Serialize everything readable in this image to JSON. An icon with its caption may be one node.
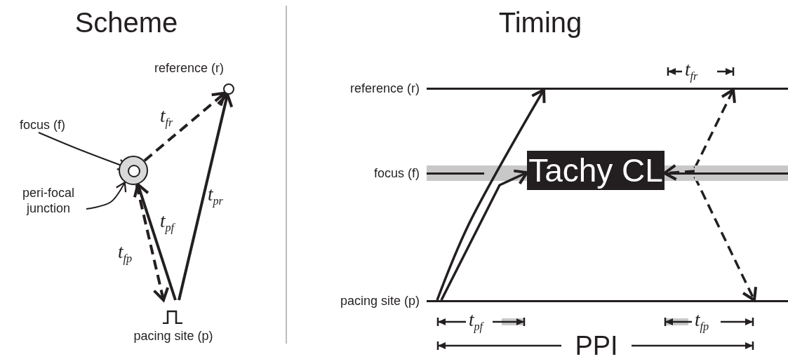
{
  "diagram": {
    "nodes": [
      {
        "text": [],
        "shape": "circle",
        "beside": [
          "reference (r)"
        ]
      },
      {
        "text": [
          "focus (f)"
        ]
      },
      {
        "text": [],
        "shape": "circle"
      },
      {
        "text": [],
        "shape": "circle",
        "in": 2
      },
      {
        "text": [
          "peri-focal junction"
        ]
      },
      {
        "text": [
          "pacing site (p)"
        ]
      },
      {
        "text": [],
        "shape": "line",
        "beside": [
          "reference (r)"
        ]
      },
      {
        "text": [],
        "shape": "line",
        "beside": [
          "focus (f)"
        ]
      },
      {
        "text": [
          "Tachy CL"
        ]
      },
      {
        "text": [],
        "shape": "line"
      },
      {
        "text": [],
        "shape": "line",
        "beside": [
          "pacing site (p)"
        ]
      }
    ],
    "edges": [
      {
        "from": 1,
        "to": 3,
        "arrow": "to"
      },
      {
        "from": 4,
        "to": 2,
        "arrow": "to"
      },
      {
        "from": 2,
        "to": 0,
        "arrow": "to",
        "style": "dashed",
        "label": "t$_{fr}$"
      },
      {
        "from": 5,
        "to": 2,
        "arrow": "to",
        "label": "t$_{pf}$"
      },
      {
        "from": 2,
        "to": 5,
        "arrow": "to",
        "style": "dashed",
        "label": "t$_{fp}$"
      },
      {
        "from": 5,
        "to": 0,
        "arrow": "to",
        "label": "t$_{pr}$"
      },
      {
        "from": 10,
        "to": 6,
        "arrow": "to"
      },
      {
        "from": 10,
        "to": 8,
        "arrow": "to"
      },
      {
        "from": 9,
        "to": 8,
        "arrow": "to",
        "style": "dashed"
      },
      {
        "from": 9,
        "to": 6,
        "arrow": "to",
        "style": "dashed"
      },
      {
        "from": 9,
        "to": 10,
        "arrow": "to",
        "style": "dashed"
      }
    ],
    "labels": [
      "Scheme",
      "Timing",
      "t$_{fr}$",
      "t$_{pf}$",
      "t$_{fp}$",
      "PPI"
    ]
  }
}
